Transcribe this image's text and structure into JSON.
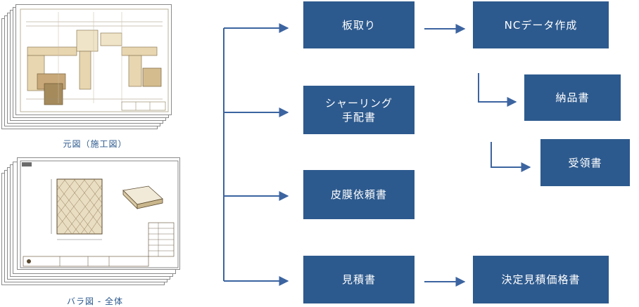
{
  "inputs": {
    "drawing_caption": "元図（施工図）",
    "parts_caption": "バラ図 - 全体"
  },
  "steps": {
    "itatori": "板取り",
    "shearing_line1": "シャーリング",
    "shearing_line2": "手配書",
    "hifuku": "皮膜依頼書",
    "mitsumori": "見積書",
    "nc": "NCデータ作成",
    "nouhin": "納品書",
    "juryou": "受領書",
    "kettei": "決定見積価格書"
  },
  "colors": {
    "box": "#2d5a8e",
    "arrow": "#3c64a0",
    "caption": "#2d5a8e"
  }
}
